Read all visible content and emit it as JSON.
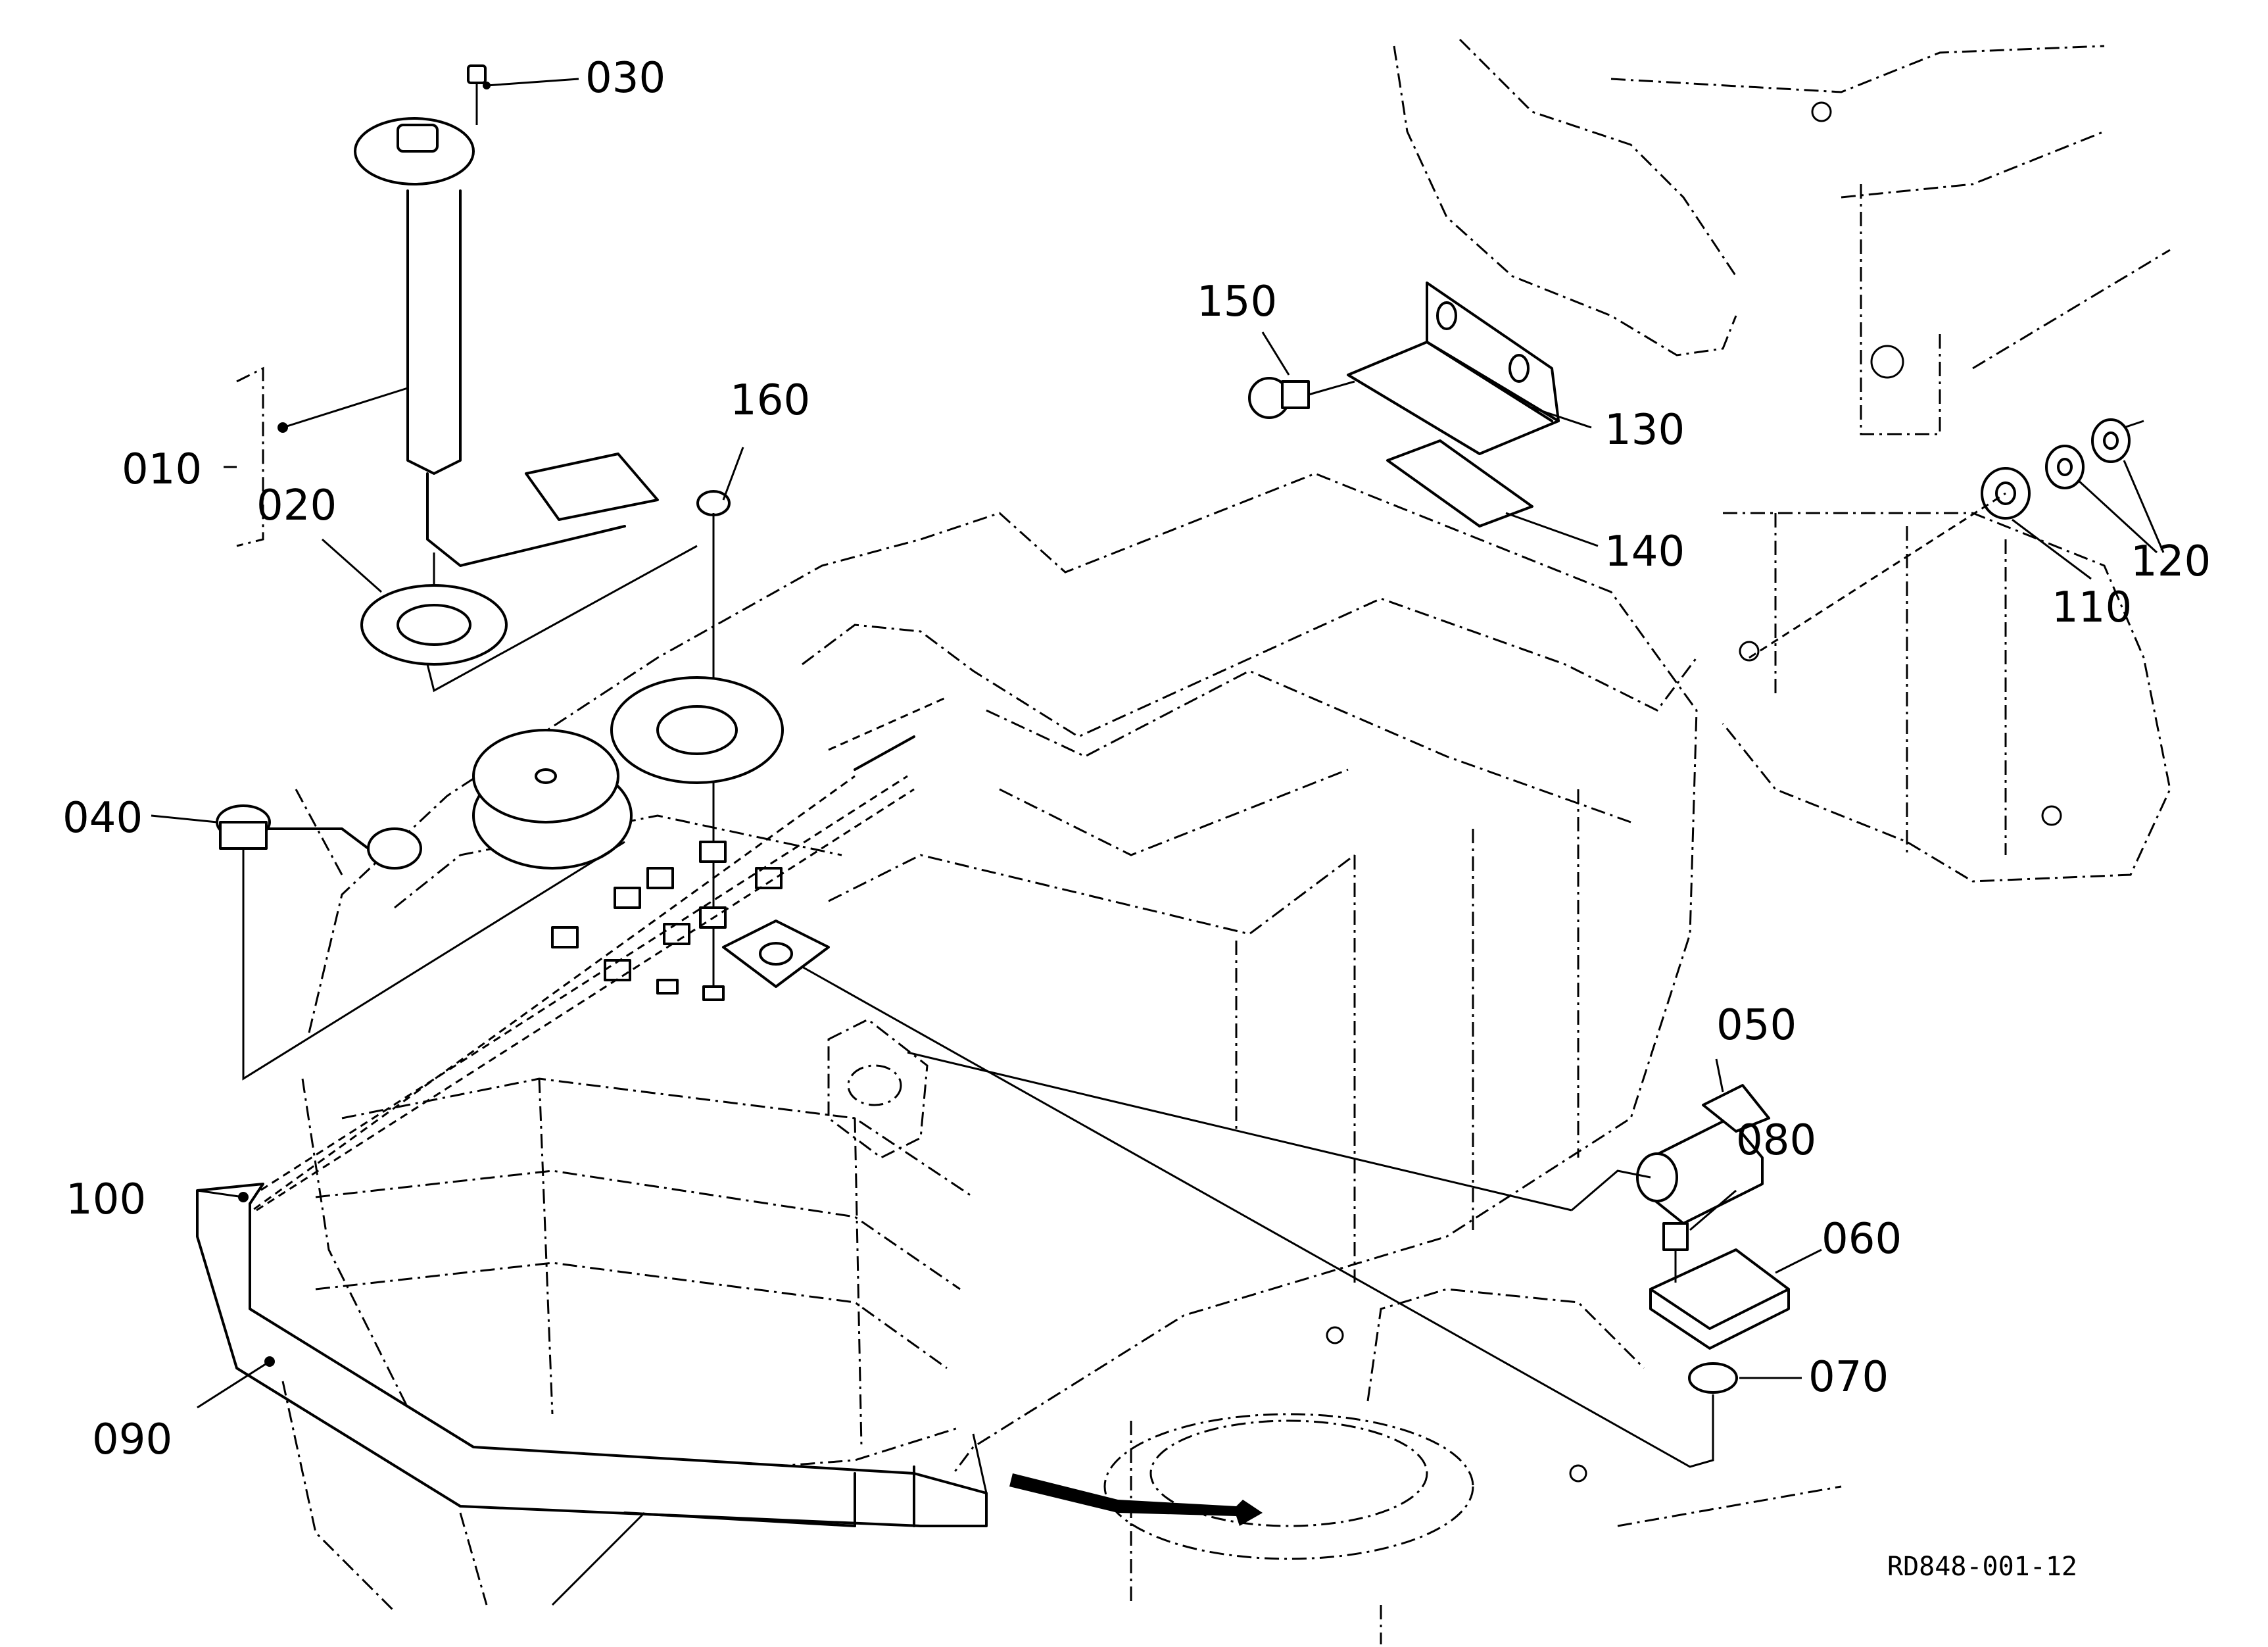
{
  "diagram": {
    "callouts": [
      "030",
      "150",
      "160",
      "010",
      "020",
      "130",
      "140",
      "110",
      "120",
      "040",
      "050",
      "080",
      "100",
      "060",
      "070",
      "090"
    ],
    "drawing_id": "RD848-001-12"
  }
}
